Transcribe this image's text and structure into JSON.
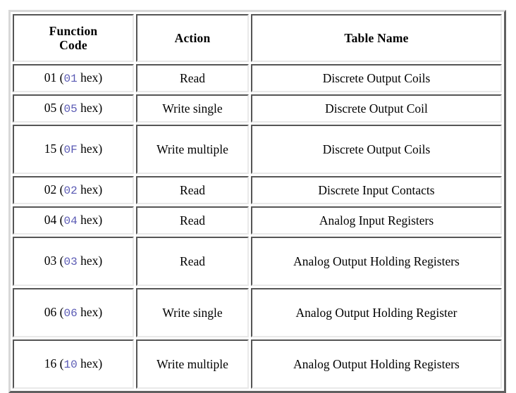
{
  "table": {
    "name": "modbus-function-codes",
    "columns": [
      {
        "key": "code",
        "label": "Function Code"
      },
      {
        "key": "action",
        "label": "Action"
      },
      {
        "key": "name",
        "label": "Table Name"
      }
    ],
    "header": {
      "col1_line1": "Function",
      "col1_line2": "Code",
      "col2": "Action",
      "col3": "Table Name"
    },
    "hex_color": "#5a5ab4",
    "border_color": "#b4b4b4",
    "rows": [
      {
        "decimal": "01",
        "hex": "01",
        "hex_suffix": "hex",
        "action": "Read",
        "table_name": "Discrete Output Coils",
        "tall": false
      },
      {
        "decimal": "05",
        "hex": "05",
        "hex_suffix": "hex",
        "action": "Write single",
        "table_name": "Discrete Output Coil",
        "tall": false
      },
      {
        "decimal": "15",
        "hex": "0F",
        "hex_suffix": "hex",
        "action": "Write multiple",
        "table_name": "Discrete Output Coils",
        "tall": true
      },
      {
        "decimal": "02",
        "hex": "02",
        "hex_suffix": "hex",
        "action": "Read",
        "table_name": "Discrete Input Contacts",
        "tall": false
      },
      {
        "decimal": "04",
        "hex": "04",
        "hex_suffix": "hex",
        "action": "Read",
        "table_name": "Analog Input Registers",
        "tall": false
      },
      {
        "decimal": "03",
        "hex": "03",
        "hex_suffix": "hex",
        "action": "Read",
        "table_name": "Analog Output Holding Registers",
        "tall": true
      },
      {
        "decimal": "06",
        "hex": "06",
        "hex_suffix": "hex",
        "action": "Write single",
        "table_name": "Analog Output Holding Register",
        "tall": true
      },
      {
        "decimal": "16",
        "hex": "10",
        "hex_suffix": "hex",
        "action": "Write multiple",
        "table_name": "Analog Output Holding Registers",
        "tall": true
      }
    ]
  }
}
